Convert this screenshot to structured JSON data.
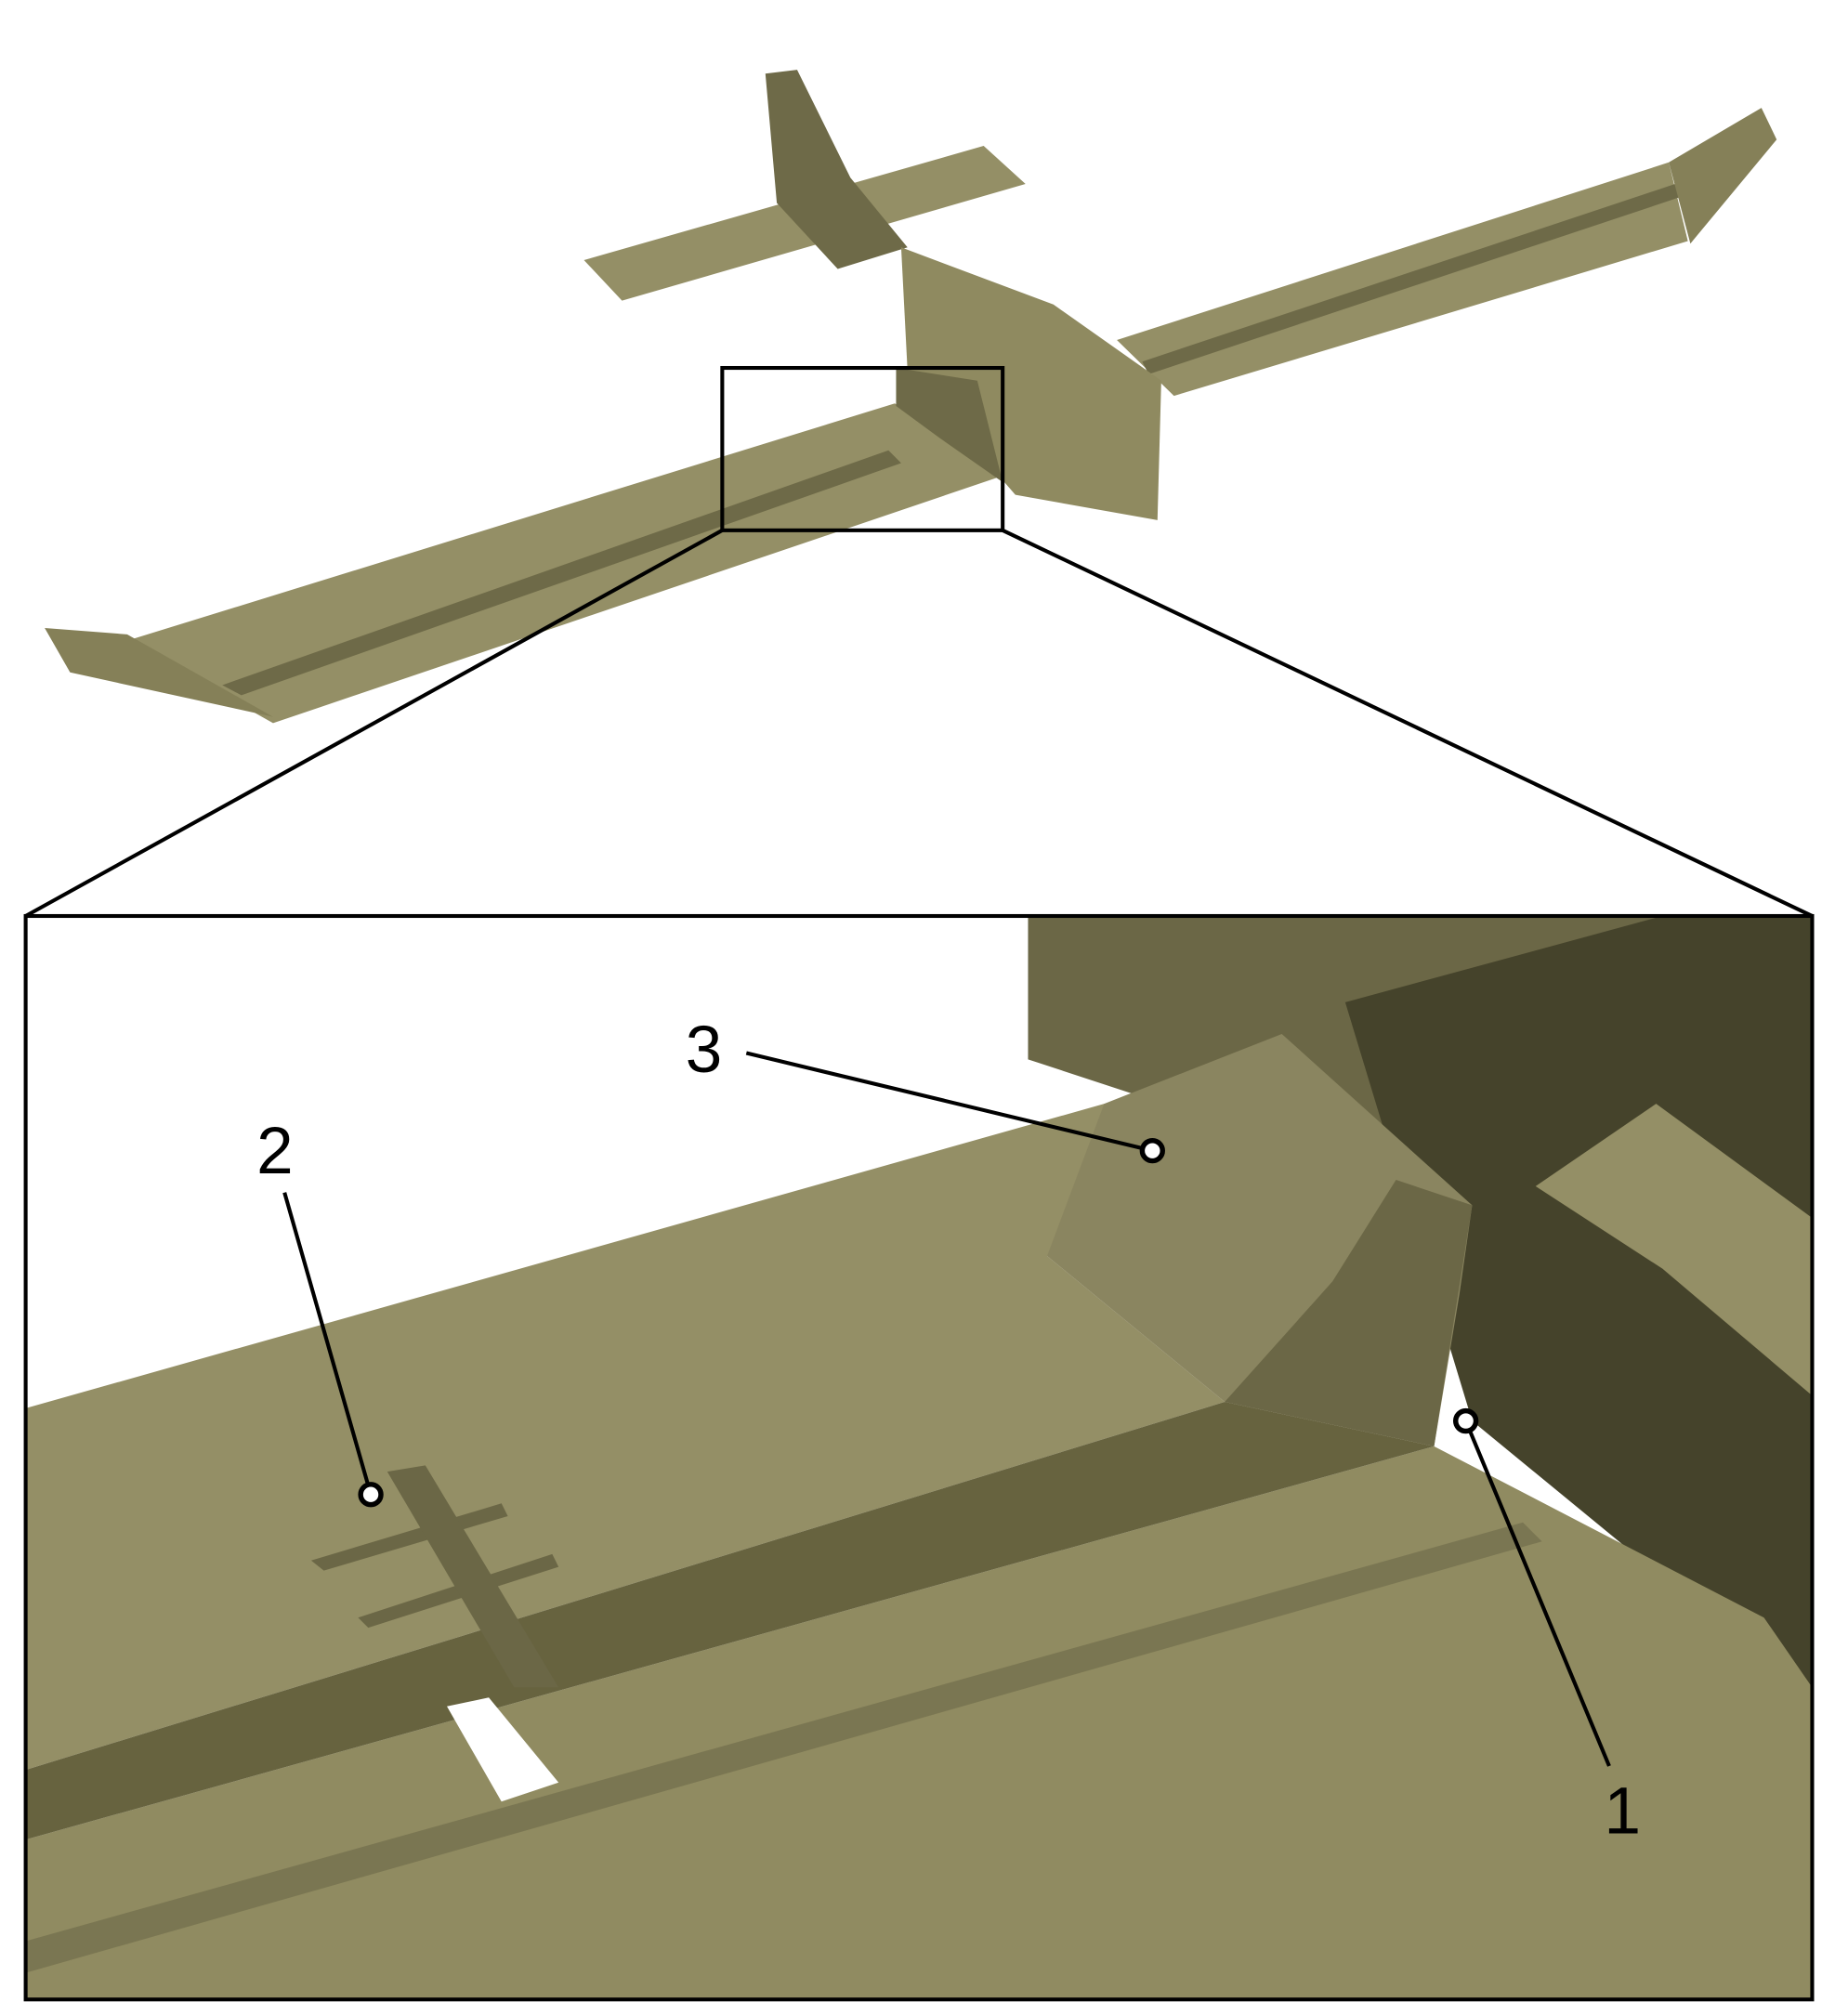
{
  "figure": {
    "callouts": [
      {
        "id": "1",
        "label": "1"
      },
      {
        "id": "2",
        "label": "2"
      },
      {
        "id": "3",
        "label": "3"
      }
    ],
    "colors": {
      "surface_light": "#948f66",
      "surface_mid": "#7e7a55",
      "surface_dark": "#5f5c3e",
      "surface_shadow": "#45432b",
      "outline": "#000000",
      "background": "#ffffff"
    }
  }
}
